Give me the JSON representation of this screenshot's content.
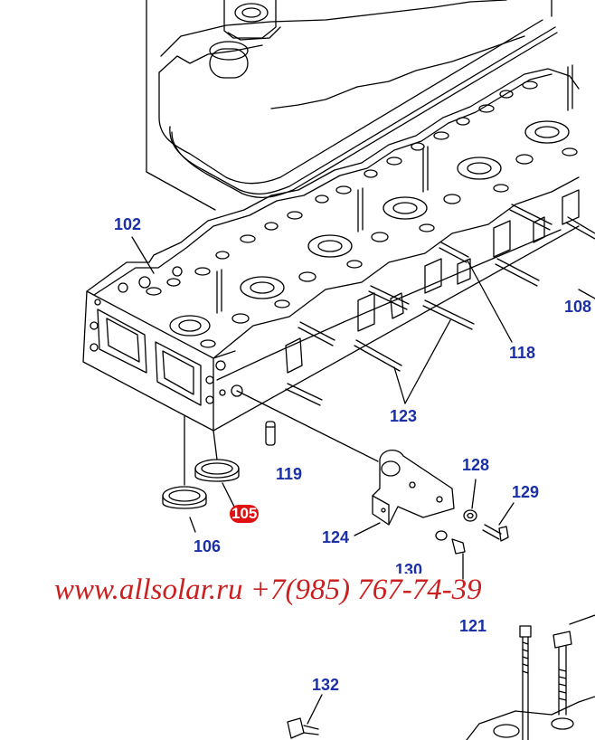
{
  "diagram": {
    "callouts": [
      {
        "id": "c102",
        "text": "102",
        "highlight": false
      },
      {
        "id": "c108",
        "text": "108",
        "highlight": false
      },
      {
        "id": "c118",
        "text": "118",
        "highlight": false
      },
      {
        "id": "c123",
        "text": "123",
        "highlight": false
      },
      {
        "id": "c119",
        "text": "119",
        "highlight": false
      },
      {
        "id": "c128",
        "text": "128",
        "highlight": false
      },
      {
        "id": "c129",
        "text": "129",
        "highlight": false
      },
      {
        "id": "c105",
        "text": "105",
        "highlight": true
      },
      {
        "id": "c106",
        "text": "106",
        "highlight": false
      },
      {
        "id": "c124",
        "text": "124",
        "highlight": false
      },
      {
        "id": "c130",
        "text": "130",
        "highlight": false
      },
      {
        "id": "c121",
        "text": "121",
        "highlight": false
      },
      {
        "id": "c132",
        "text": "132",
        "highlight": false
      }
    ],
    "watermark": "www.allsolar.ru +7(985) 767-74-39"
  },
  "colors": {
    "callout": "#1b2fa6",
    "highlight": "#e01010",
    "watermark": "#cc2020",
    "line": "#000000"
  }
}
